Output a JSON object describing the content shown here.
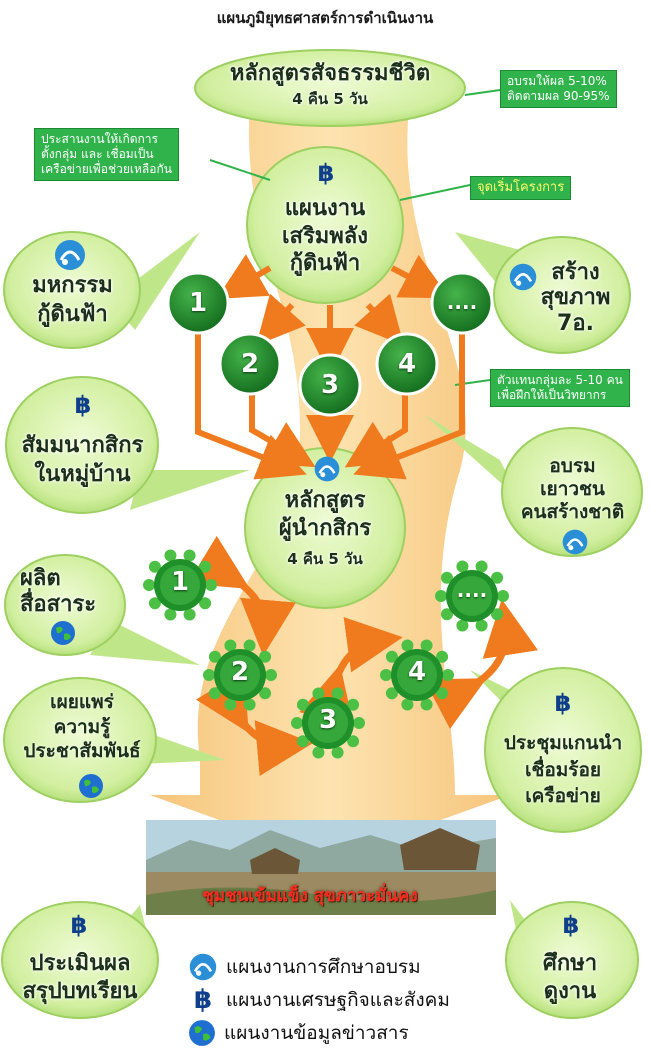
{
  "title": "แผนภูมิยุทธศาสตร์การดำเนินงาน",
  "top_course": {
    "line1": "หลักสูตรสัจธรรมชีวิต",
    "line2": "4 คืน 5 วัน"
  },
  "note_top_right": {
    "line1": "อบรมให้ผล 5-10%",
    "line2": "ติดตามผล 90-95%"
  },
  "note_top_left": {
    "line1": "ประสานงานให้เกิดการ",
    "line2": "ตั้งกลุ่ม และ เชื่อมเป็น",
    "line3": "เครือข่ายเพื่อช่วยเหลือกัน"
  },
  "center_plan": {
    "line1": "แผนงาน",
    "line2": "เสริมพลัง",
    "line3": "กู้ดินฟ้า"
  },
  "start_label": "จุดเริ่มโครงการ",
  "left_bubble_1": {
    "line1": "มหกรรม",
    "line2": "กู้ดินฟ้า"
  },
  "right_bubble_1": {
    "line1": "สร้าง",
    "line2": "สุขภาพ",
    "line3": "7อ."
  },
  "numbers_top": [
    "1",
    "2",
    "3",
    "4",
    "...."
  ],
  "note_mid_right": {
    "line1": "ตัวแทนกลุ่มละ 5-10 คน",
    "line2": "เพื่อฝึกให้เป็นวิทยากร"
  },
  "left_bubble_2": {
    "line1": "สัมมนากสิกร",
    "line2": "ในหมู่บ้าน"
  },
  "farmer_course": {
    "line1": "หลักสูตร",
    "line2": "ผู้นำกสิกร",
    "line3": "4 คืน 5 วัน"
  },
  "right_bubble_2": {
    "line1": "อบรม",
    "line2": "เยาวชน",
    "line3": "คนสร้างชาติ"
  },
  "numbers_bottom": [
    "1",
    "2",
    "3",
    "4",
    "...."
  ],
  "left_bubble_3": {
    "line1": "ผลิต",
    "line2": "สื่อสาระ"
  },
  "left_bubble_4": {
    "line1": "เผยแพร่",
    "line2": "ความรู้",
    "line3": "ประชาสัมพันธ์"
  },
  "right_bubble_3": {
    "line1": "ประชุมแกนนำ",
    "line2": "เชื่อมร้อย",
    "line3": "เครือข่าย"
  },
  "banner_text": "ชุมชนเข้มแข็ง สุขภาวะมั่นคง",
  "bottom_left": {
    "line1": "ประเมินผล",
    "line2": "สรุปบทเรียน"
  },
  "bottom_right": {
    "line1": "ศึกษา",
    "line2": "ดูงาน"
  },
  "legend": [
    {
      "icon": "education-icon",
      "label": "แผนงานการศึกษาอบรม"
    },
    {
      "icon": "baht-icon",
      "label": "แผนงานเศรษฐกิจและสังคม"
    },
    {
      "icon": "globe-icon",
      "label": "แผนงานข้อมูลข่าวสาร"
    }
  ],
  "colors": {
    "bubble": "#d6f2a2",
    "bubble_edge": "#a8dc6a",
    "flow": "#fbd28a",
    "arrow": "#f07a1e",
    "node": "#1f8f2a",
    "note": "#2fb34a"
  }
}
